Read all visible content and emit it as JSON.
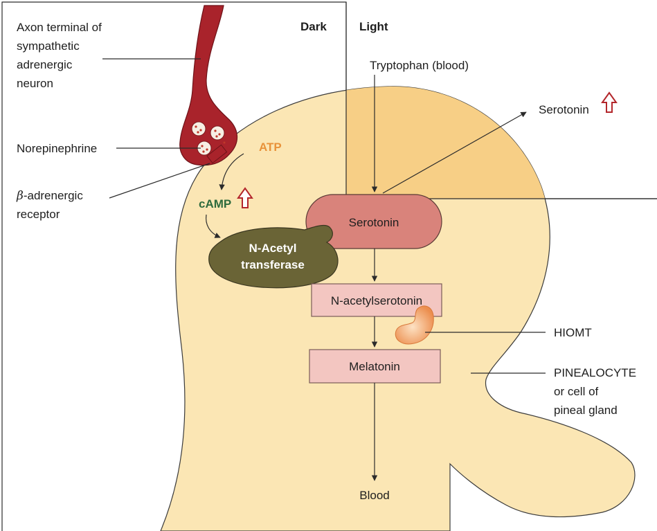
{
  "panel": {
    "dark": "Dark",
    "light": "Light"
  },
  "labels": {
    "axon_line1": "Axon terminal of",
    "axon_line2": "sympathetic",
    "axon_line3": "adrenergic",
    "axon_line4": "neuron",
    "norepinephrine": "Norepinephrine",
    "beta_symbol": "β",
    "beta_rest": "-adrenergic",
    "receptor": "receptor",
    "atp": "ATP",
    "camp": "cAMP",
    "nat_line1": "N-Acetyl",
    "nat_line2": "transferase",
    "tryptophan": "Tryptophan (blood)",
    "serotonin_out": "Serotonin",
    "serotonin_box": "Serotonin",
    "n_acetylserotonin": "N-acetylserotonin",
    "hiomt": "HIOMT",
    "melatonin": "Melatonin",
    "pinealocyte_line1": "PINEALOCYTE",
    "pinealocyte_line2": "or cell of",
    "pinealocyte_line3": "pineal gland",
    "blood": "Blood"
  },
  "colors": {
    "cell_fill": "#fbe6b4",
    "light_quadrant": "#f7cf86",
    "axon": "#a9232b",
    "serotonin_box": "#d9837b",
    "pale_box": "#f3c6c1",
    "nat_enzyme": "#6a6436",
    "hiomt_enzyme": "#f0a064",
    "atp_text": "#e8923a",
    "camp_text": "#2e6b3d",
    "up_arrow": "#b3262b"
  },
  "icons": [
    "up-arrow-icon"
  ]
}
